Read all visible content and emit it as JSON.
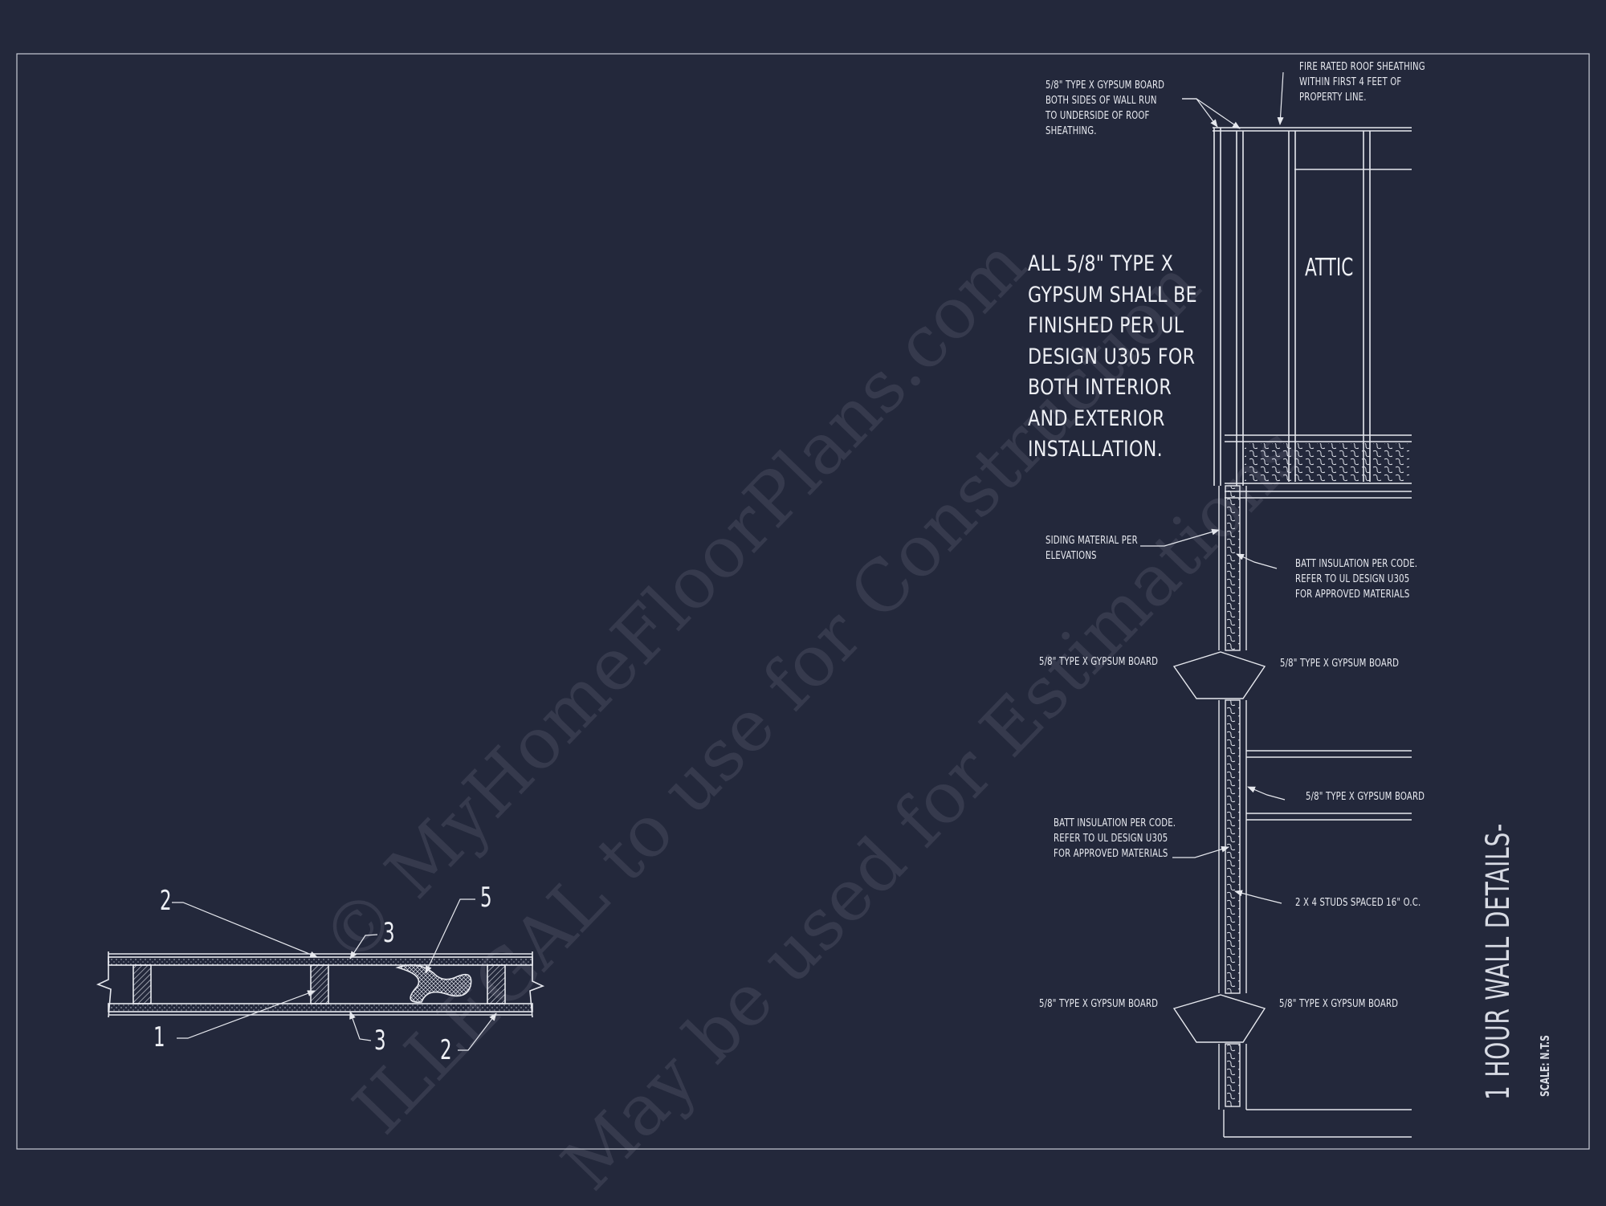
{
  "notes": {
    "gypsum_both_sides": "5/8\" TYPE X GYPSUM BOARD\nBOTH SIDES OF WALL RUN\nTO UNDERSIDE OF ROOF\nSHEATHING.",
    "fire_rated_sheathing": "FIRE RATED ROOF SHEATHING\nWITHIN FIRST 4 FEET OF\nPROPERTY LINE.",
    "general_note": "ALL 5/8\" TYPE X GYPSUM SHALL BE FINISHED PER UL DESIGN U305 FOR BOTH INTERIOR AND EXTERIOR INSTALLATION.",
    "attic": "ATTIC",
    "siding": "SIDING MATERIAL PER\nELEVATIONS",
    "batt_upper": "BATT INSULATION PER CODE.\nREFER TO UL DESIGN U305\nFOR APPROVED MATERIALS",
    "gypsum_left_upper": "5/8\" TYPE X GYPSUM BOARD",
    "gypsum_right_upper": "5/8\" TYPE X GYPSUM BOARD",
    "gypsum_right_mid": "5/8\" TYPE X GYPSUM BOARD",
    "batt_lower": "BATT INSULATION PER CODE.\nREFER TO UL DESIGN U305\nFOR APPROVED MATERIALS",
    "studs": "2 X 4 STUDS SPACED 16\" O.C.",
    "gypsum_left_lower": "5/8\" TYPE X GYPSUM BOARD",
    "gypsum_right_lower": "5/8\" TYPE X GYPSUM BOARD"
  },
  "plan_callouts": {
    "top_left": "2",
    "top_mid": "3",
    "top_right": "5",
    "bottom_left": "1",
    "bottom_mid": "3",
    "bottom_right": "2"
  },
  "title_block": {
    "title": "1 HOUR WALL DETAILS-",
    "scale": "SCALE: N.T.S"
  },
  "watermark": {
    "line1": "© MyHomeFloorPlans.com",
    "line2": "ILLEGAL to use for Construction",
    "line3": "May be used for Estimations"
  },
  "colors": {
    "background": "#23283b",
    "linework": "#e6e8ee",
    "watermark": "#c8ccd8"
  }
}
